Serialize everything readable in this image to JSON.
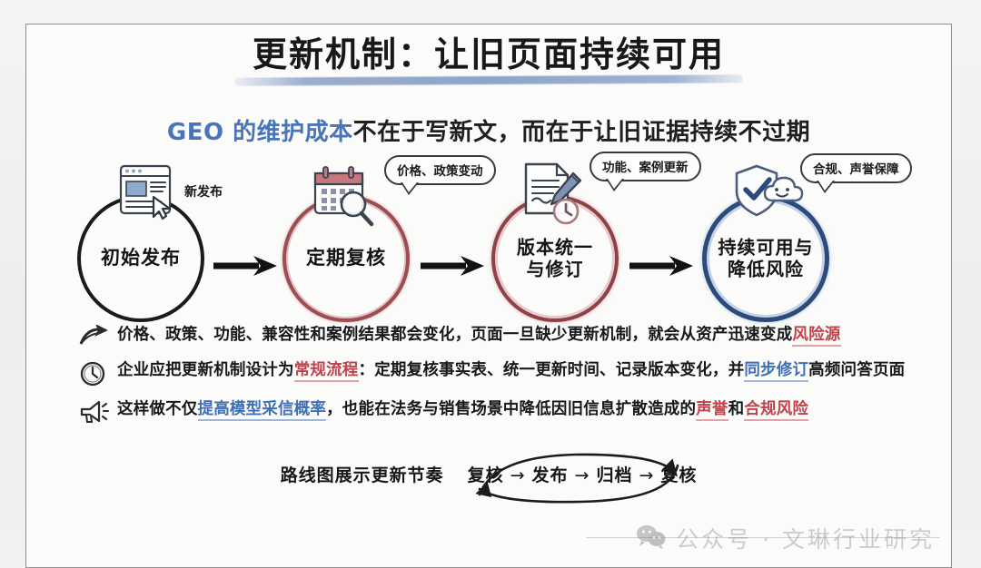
{
  "title": "更新机制：让旧页面持续可用",
  "subtitle": {
    "accent": "GEO 的维护成本",
    "rest": "不在于写新文，而在于让旧证据持续不过期"
  },
  "flow": {
    "nodes": [
      {
        "id": "initial-publish",
        "label_line1": "初始发布",
        "label_line2": "",
        "tag": "新发布",
        "tag_style": "plain",
        "icon": "browser-window-cursor-icon",
        "ring_color": "#1b1b1b"
      },
      {
        "id": "periodic-review",
        "label_line1": "定期复核",
        "label_line2": "",
        "tag": "价格、政策变动",
        "tag_style": "bubble",
        "icon": "calendar-magnifier-icon",
        "ring_color": "#9c4d52"
      },
      {
        "id": "version-unify-revise",
        "label_line1": "版本统一",
        "label_line2": "与修订",
        "tag": "功能、案例更新",
        "tag_style": "bubble",
        "icon": "document-pen-clock-icon",
        "ring_color": "#8e4147"
      },
      {
        "id": "sustained-availability",
        "label_line1": "持续可用与",
        "label_line2": "降低风险",
        "tag": "合规、声誉保障",
        "tag_style": "bubble",
        "icon": "shield-check-cloud-icon",
        "ring_color": "#2c4a7a"
      }
    ]
  },
  "bullets": [
    {
      "icon": "curved-arrow-icon",
      "segments": [
        {
          "text": "价格、政策、功能、兼容性和案例结果都会变化，页面一旦缺少更新机制，就会从资产迅速变成",
          "style": "normal"
        },
        {
          "text": "风险源",
          "style": "red"
        }
      ]
    },
    {
      "icon": "clock-icon",
      "segments": [
        {
          "text": "企业应把更新机制设计为",
          "style": "normal"
        },
        {
          "text": "常规流程",
          "style": "red"
        },
        {
          "text": "：定期复核事实表、统一更新时间、记录版本变化，并",
          "style": "normal"
        },
        {
          "text": "同步修订",
          "style": "blue"
        },
        {
          "text": "高频问答页面",
          "style": "normal"
        }
      ]
    },
    {
      "icon": "megaphone-icon",
      "segments": [
        {
          "text": "这样做不仅",
          "style": "normal"
        },
        {
          "text": "提高模型采信概率",
          "style": "blue"
        },
        {
          "text": "，也能在法务与销售场景中降低因旧信息扩散造成的",
          "style": "normal"
        },
        {
          "text": "声誉",
          "style": "red"
        },
        {
          "text": "和",
          "style": "normal"
        },
        {
          "text": "合规风险",
          "style": "red"
        }
      ]
    }
  ],
  "roadmap": {
    "caption": "路线图展示更新节奏",
    "steps": [
      "复核",
      "发布",
      "归档",
      "复核"
    ],
    "arrow": "→"
  },
  "watermark": {
    "icon": "wechat-icon",
    "text": "公众号 · 文琳行业研究"
  },
  "colors": {
    "accent_blue": "#4a74b8",
    "risk_red": "#c0434b",
    "ring_rose": "#9c4d52",
    "ring_blue": "#2c4a7a",
    "ink": "#17181a",
    "card_bg": "#fbfbfa",
    "page_bg": "#f2f2f0"
  }
}
